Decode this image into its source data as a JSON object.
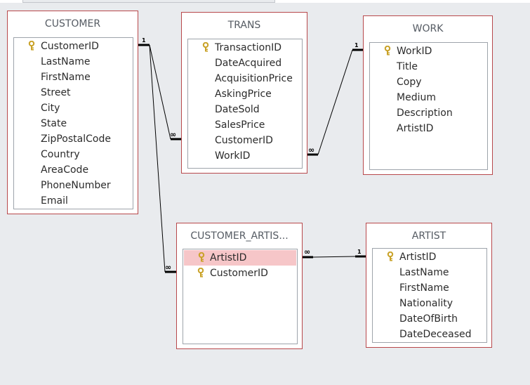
{
  "tables": {
    "customer": {
      "title": "CUSTOMER",
      "fields": [
        "CustomerID",
        "LastName",
        "FirstName",
        "Street",
        "City",
        "State",
        "ZipPostalCode",
        "Country",
        "AreaCode",
        "PhoneNumber",
        "Email"
      ]
    },
    "trans": {
      "title": "TRANS",
      "fields": [
        "TransactionID",
        "DateAcquired",
        "AcquisitionPrice",
        "AskingPrice",
        "DateSold",
        "SalesPrice",
        "CustomerID",
        "WorkID"
      ]
    },
    "work": {
      "title": "WORK",
      "fields": [
        "WorkID",
        "Title",
        "Copy",
        "Medium",
        "Description",
        "ArtistID"
      ]
    },
    "customer_artist": {
      "title": "CUSTOMER_ARTIS...",
      "fields": [
        "ArtistID",
        "CustomerID"
      ]
    },
    "artist": {
      "title": "ARTIST",
      "fields": [
        "ArtistID",
        "LastName",
        "FirstName",
        "Nationality",
        "DateOfBirth",
        "DateDeceased"
      ]
    }
  },
  "cardinality": {
    "one": "1",
    "many": "∞"
  },
  "colors": {
    "background": "#e9ebee",
    "table_border": "#b8484b",
    "selected_field": "#f6c6c8",
    "key_icon": "#c9a227"
  }
}
